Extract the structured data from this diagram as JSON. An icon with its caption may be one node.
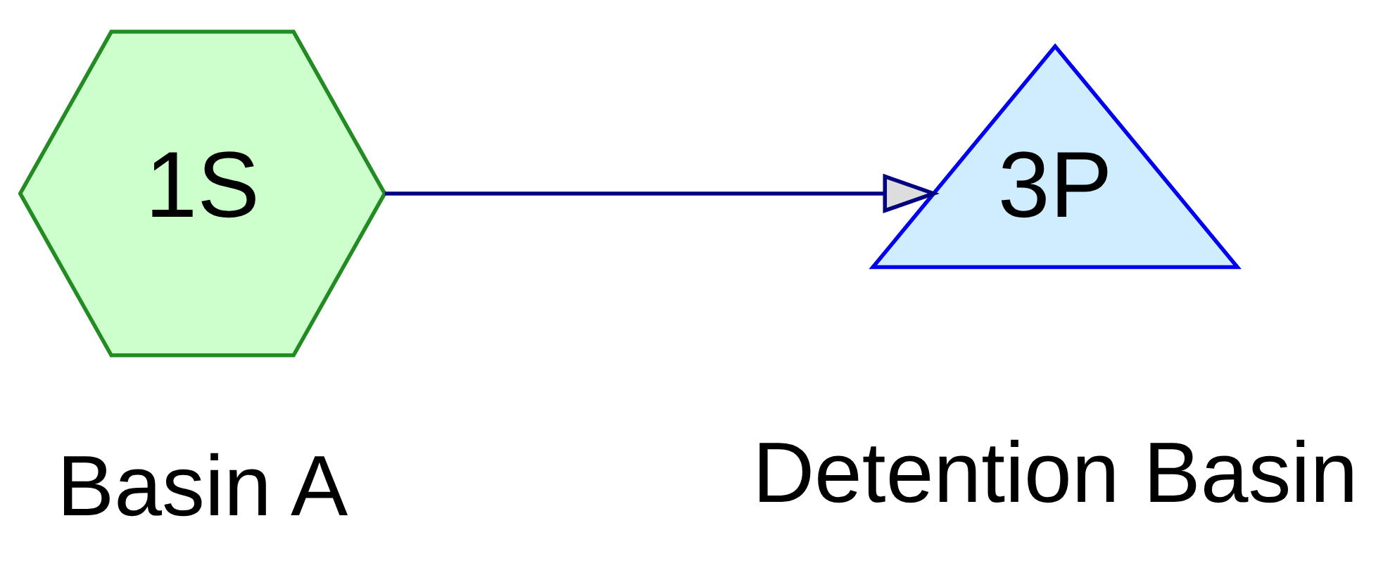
{
  "diagram": {
    "nodes": [
      {
        "text": [
          "1S"
        ],
        "beside": [
          "Basin A"
        ]
      },
      {
        "text": [
          "3P"
        ],
        "beside": [
          "Detention Basin"
        ]
      }
    ],
    "edges": [
      {
        "from": 0,
        "to": 1,
        "arrow": "to"
      }
    ]
  }
}
